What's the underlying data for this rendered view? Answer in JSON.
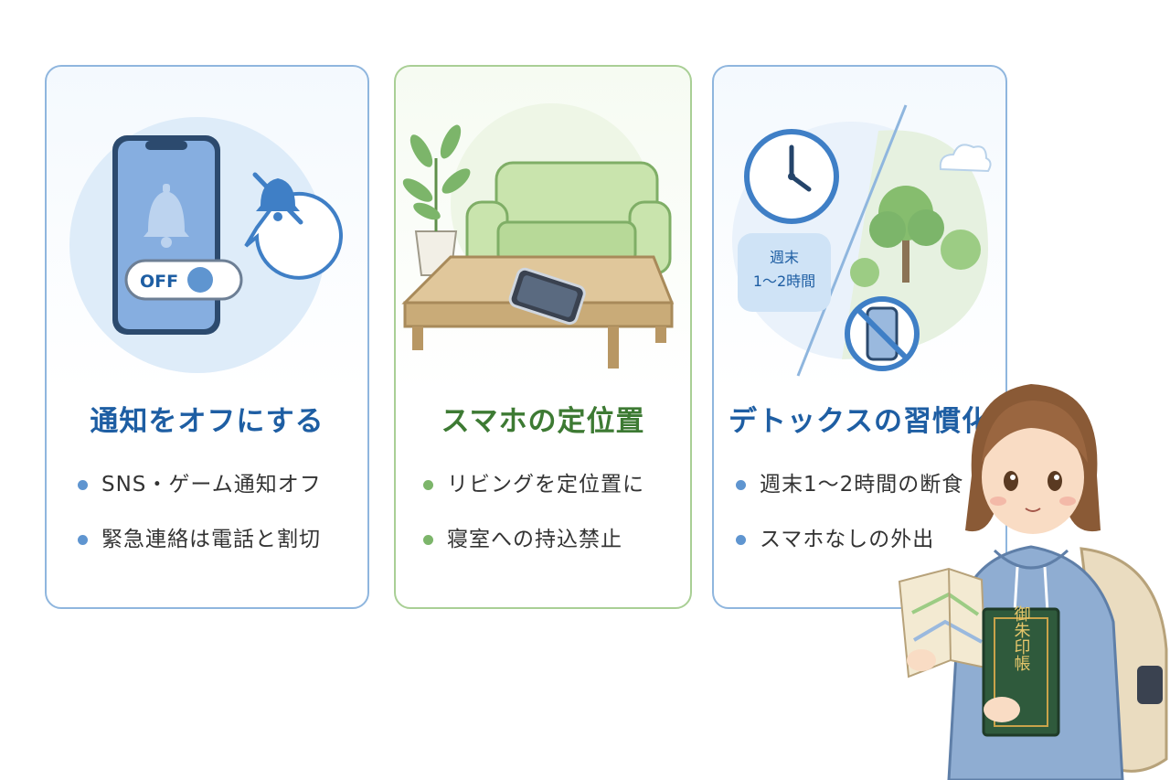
{
  "cards": [
    {
      "title": "通知をオフにする",
      "toggle_label": "OFF",
      "icons": [
        "phone-icon",
        "bell-icon",
        "bell-muted-icon",
        "toggle-switch-icon"
      ],
      "bullets": [
        "SNS・ゲーム通知オフ",
        "緊急連絡は電話と割切"
      ]
    },
    {
      "title": "スマホの定位置",
      "icons": [
        "sofa-icon",
        "plant-icon",
        "table-icon",
        "phone-icon"
      ],
      "bullets": [
        "リビングを定位置に",
        "寝室への持込禁止"
      ]
    },
    {
      "title": "デトックスの習慣化",
      "badge": "週末\n1〜2時間",
      "icons": [
        "clock-icon",
        "tree-icon",
        "cloud-icon",
        "no-phone-icon"
      ],
      "bullets": [
        "週末1〜2時間の断食",
        "スマホなしの外出"
      ]
    }
  ],
  "character": {
    "book_label": "御朱印帳",
    "icons": [
      "map-icon",
      "backpack-icon",
      "book-icon"
    ]
  },
  "colors": {
    "blue_accent": "#1e5ea3",
    "green_accent": "#3d7a33",
    "blue_border": "#8fb6de",
    "green_border": "#a9cf95"
  }
}
